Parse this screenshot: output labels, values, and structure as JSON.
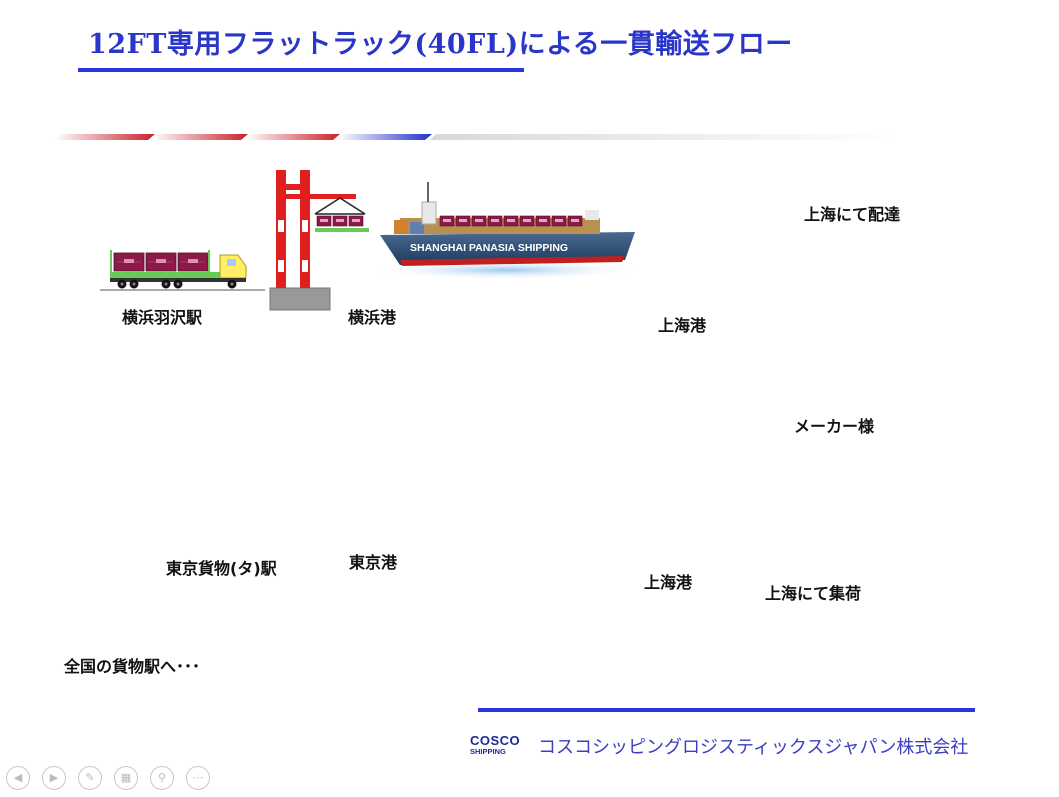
{
  "title": "12FT専用フラットラック(40FL)による一貫輸送フロー",
  "labels": {
    "yokohama_hazawa": "横浜羽沢駅",
    "yokohama_port": "横浜港",
    "shanghai_port_top": "上海港",
    "shanghai_delivery": "上海にて配達",
    "manufacturer": "メーカー様",
    "tokyo_freight": "東京貨物(タ)駅",
    "tokyo_port": "東京港",
    "shanghai_port_bottom": "上海港",
    "shanghai_collection": "上海にて集荷",
    "nationwide": "全国の貨物駅へ･･･"
  },
  "ship_name": "SHANGHAI PANASIA SHIPPING",
  "logo": {
    "line1": "COSCO",
    "line2": "SHIPPING"
  },
  "company": "コスコシッピングロジスティックスジャパン株式会社",
  "nav_icons": [
    "prev-icon",
    "next-icon",
    "pen-icon",
    "slides-icon",
    "zoom-icon",
    "more-icon"
  ],
  "colors": {
    "title": "#2a36c8",
    "rule": "#2a36e0",
    "container": "#8b1a4a",
    "crane_red": "#e0201e",
    "arrow_yellow": "#ffff99",
    "arrow_green": "#d4f7c4",
    "arrow_orange": "#f8c89a"
  }
}
